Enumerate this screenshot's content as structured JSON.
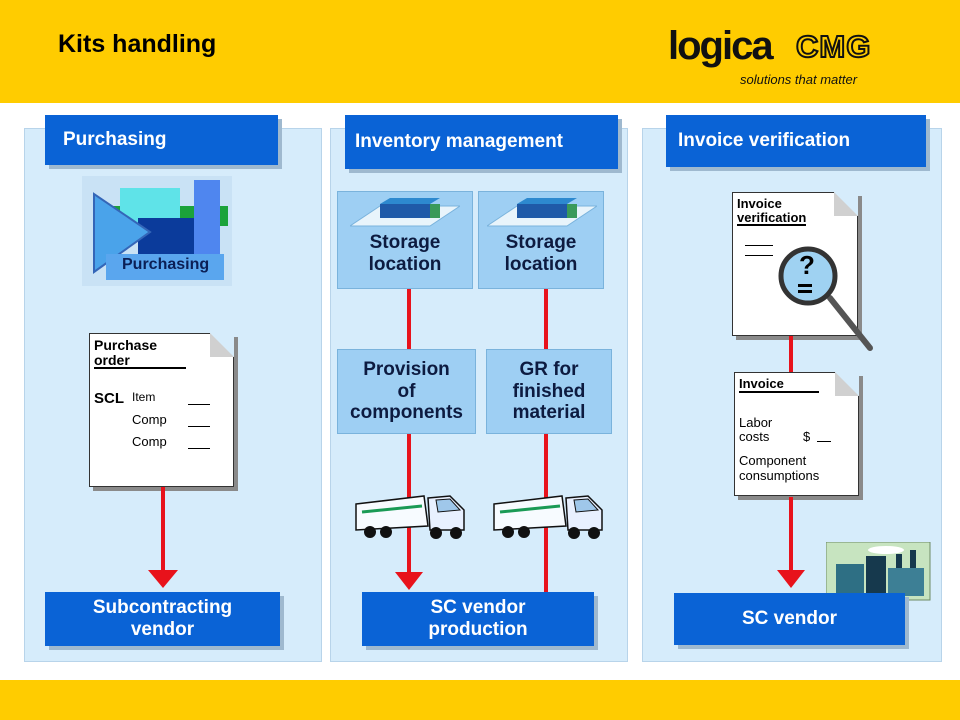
{
  "header": {
    "title": "Kits handling"
  },
  "logo": {
    "word": "logica",
    "brand": "CMG",
    "tagline": "solutions that matter"
  },
  "colors": {
    "accent": "#ffcc00",
    "box_dark": "#0a63d6",
    "box_light": "#9ecff3",
    "arrow": "#e8121b",
    "panel": "#d6ecfb"
  },
  "columns": {
    "purchasing": {
      "header": "Purchasing",
      "icon_label": "Purchasing",
      "doc": {
        "title_line1": "Purchase",
        "title_line2": "order",
        "scl": "SCL",
        "item": "Item",
        "comp1": "Comp",
        "comp2": "Comp"
      },
      "bottom": {
        "line1": "Subcontracting",
        "line2": "vendor"
      }
    },
    "inventory": {
      "header": "Inventory management",
      "storage_left": {
        "line1": "Storage",
        "line2": "location"
      },
      "storage_right": {
        "line1": "Storage",
        "line2": "location"
      },
      "provision": {
        "line1": "Provision",
        "line2": "of",
        "line3": "components"
      },
      "gr": {
        "line1": "GR for",
        "line2": "finished",
        "line3": "material"
      },
      "bottom": {
        "line1": "SC vendor",
        "line2": "production"
      }
    },
    "invoice": {
      "header": "Invoice verification",
      "doc_top": {
        "title_line1": "Invoice",
        "title_line2": "verification",
        "mark": "?"
      },
      "doc_bottom": {
        "title": "Invoice",
        "labor1": "Labor",
        "labor2": "costs",
        "dollar": "$",
        "comp1": "Component",
        "comp2": "consumptions"
      },
      "bottom": "SC vendor"
    }
  }
}
